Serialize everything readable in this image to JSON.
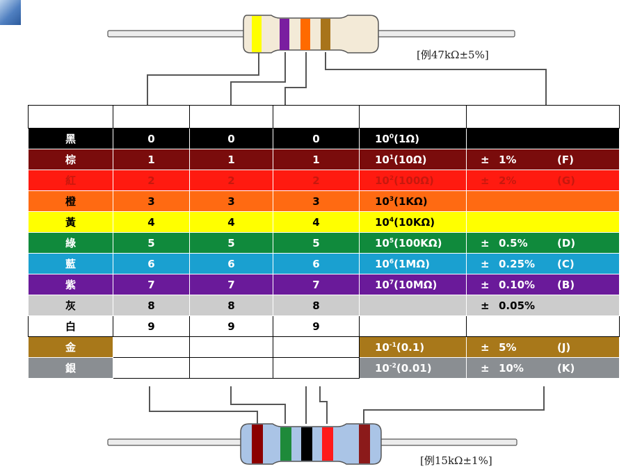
{
  "example_top": {
    "label": "[例47kΩ±5%]",
    "bands": [
      "#ffff00",
      "#7a1ea0",
      "#ff6a00",
      "#a8741a"
    ]
  },
  "example_bottom": {
    "label": "[例15kΩ±1%]",
    "bands": [
      "#8b0000",
      "#1e8a3a",
      "#000000",
      "#ff1a1a",
      "#8b1a1a"
    ]
  },
  "table": {
    "rows": [
      {
        "name": "黑",
        "d1": "0",
        "d2": "0",
        "d3": "0",
        "mult_base": "10",
        "mult_exp": "0",
        "mult_val": "(1Ω)",
        "tol_pm": "",
        "tol_pct": "",
        "tol_code": "",
        "bg": "#000000",
        "fg": "#ffffff"
      },
      {
        "name": "棕",
        "d1": "1",
        "d2": "1",
        "d3": "1",
        "mult_base": "10",
        "mult_exp": "1",
        "mult_val": "(10Ω)",
        "tol_pm": "±",
        "tol_pct": "1%",
        "tol_code": "(F)",
        "bg": "#7a0c0c",
        "fg": "#ffffff"
      },
      {
        "name": "紅",
        "d1": "2",
        "d2": "2",
        "d3": "2",
        "mult_base": "10",
        "mult_exp": "2",
        "mult_val": "(100Ω)",
        "tol_pm": "±",
        "tol_pct": "2%",
        "tol_code": "(G)",
        "bg": "#ff1a10",
        "fg": "#c8180e"
      },
      {
        "name": "橙",
        "d1": "3",
        "d2": "3",
        "d3": "3",
        "mult_base": "10",
        "mult_exp": "3",
        "mult_val": "(1KΩ)",
        "tol_pm": "",
        "tol_pct": "",
        "tol_code": "",
        "bg": "#ff6a12",
        "fg": "#000000"
      },
      {
        "name": "黃",
        "d1": "4",
        "d2": "4",
        "d3": "4",
        "mult_base": "10",
        "mult_exp": "4",
        "mult_val": "(10KΩ)",
        "tol_pm": "",
        "tol_pct": "",
        "tol_code": "",
        "bg": "#ffff00",
        "fg": "#000000"
      },
      {
        "name": "綠",
        "d1": "5",
        "d2": "5",
        "d3": "5",
        "mult_base": "10",
        "mult_exp": "5",
        "mult_val": "(100KΩ)",
        "tol_pm": "±",
        "tol_pct": "0.5%",
        "tol_code": "(D)",
        "bg": "#108a3c",
        "fg": "#ffffff"
      },
      {
        "name": "藍",
        "d1": "6",
        "d2": "6",
        "d3": "6",
        "mult_base": "10",
        "mult_exp": "6",
        "mult_val": "(1MΩ)",
        "tol_pm": "±",
        "tol_pct": "0.25%",
        "tol_code": "(C)",
        "bg": "#1aa0d0",
        "fg": "#ffffff"
      },
      {
        "name": "紫",
        "d1": "7",
        "d2": "7",
        "d3": "7",
        "mult_base": "10",
        "mult_exp": "7",
        "mult_val": "(10MΩ)",
        "tol_pm": "±",
        "tol_pct": "0.10%",
        "tol_code": "(B)",
        "bg": "#6a1a9a",
        "fg": "#ffffff"
      },
      {
        "name": "灰",
        "d1": "8",
        "d2": "8",
        "d3": "8",
        "mult_base": "",
        "mult_exp": "",
        "mult_val": "",
        "tol_pm": "±",
        "tol_pct": "0.05%",
        "tol_code": "",
        "bg": "#cccccc",
        "fg": "#000000"
      },
      {
        "name": "白",
        "d1": "9",
        "d2": "9",
        "d3": "9",
        "mult_base": "",
        "mult_exp": "",
        "mult_val": "",
        "tol_pm": "",
        "tol_pct": "",
        "tol_code": "",
        "bg": "#ffffff",
        "fg": "#000000"
      },
      {
        "name": "金",
        "d1": "",
        "d2": "",
        "d3": "",
        "mult_base": "10",
        "mult_exp": "-1",
        "mult_val": "(0.1)",
        "tol_pm": "±",
        "tol_pct": "5%",
        "tol_code": "(J)",
        "bg": "#a8781a",
        "fg": "#ffffff"
      },
      {
        "name": "銀",
        "d1": "",
        "d2": "",
        "d3": "",
        "mult_base": "10",
        "mult_exp": "-2",
        "mult_val": "(0.01)",
        "tol_pm": "±",
        "tol_pct": "10%",
        "tol_code": "(K)",
        "bg": "#8a8e92",
        "fg": "#ffffff"
      }
    ]
  }
}
